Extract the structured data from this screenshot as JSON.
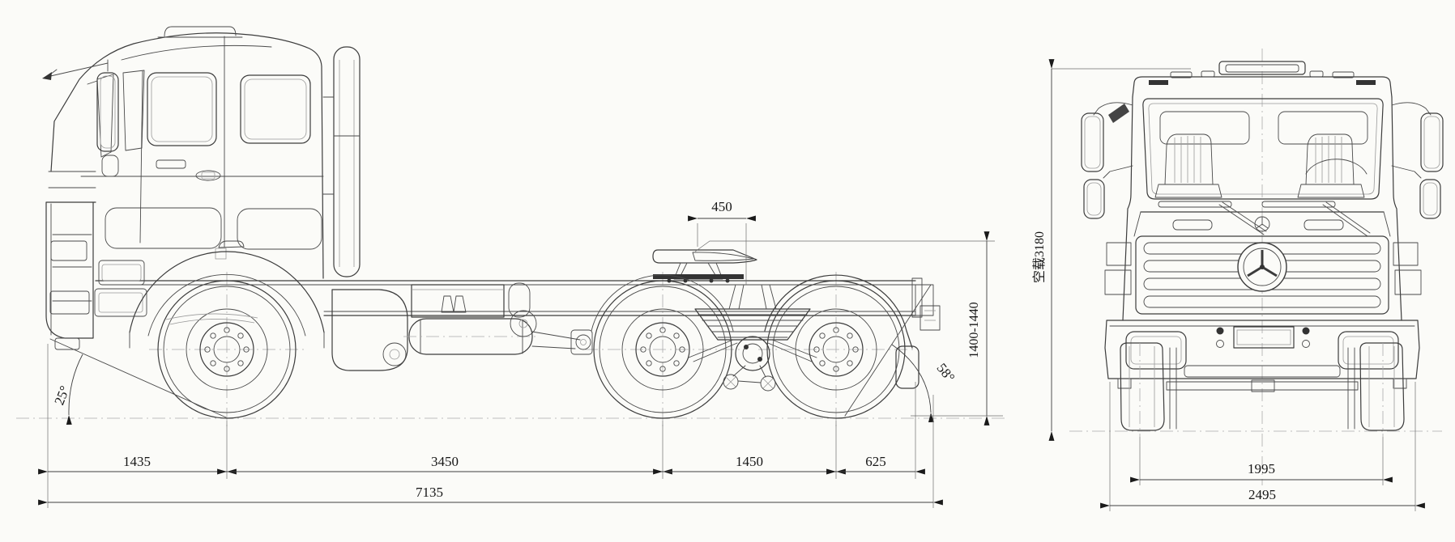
{
  "drawing": {
    "kind": "truck two-view dimensional blueprint",
    "background": "#fbfbf8",
    "line_color": "#3c3c3c",
    "side_view": {
      "dims": {
        "fifth_wheel_offset": "450",
        "fifth_wheel_height": "1400-1440",
        "front_overhang": "1435",
        "wheelbase": "3450",
        "tandem_spacing": "1450",
        "rear_overhang": "625",
        "overall_length": "7135",
        "approach_angle": "25°",
        "departure_angle": "58°"
      }
    },
    "front_view": {
      "dims": {
        "unladen_height": "空载3180",
        "track_width": "1995",
        "overall_width": "2495"
      }
    }
  }
}
